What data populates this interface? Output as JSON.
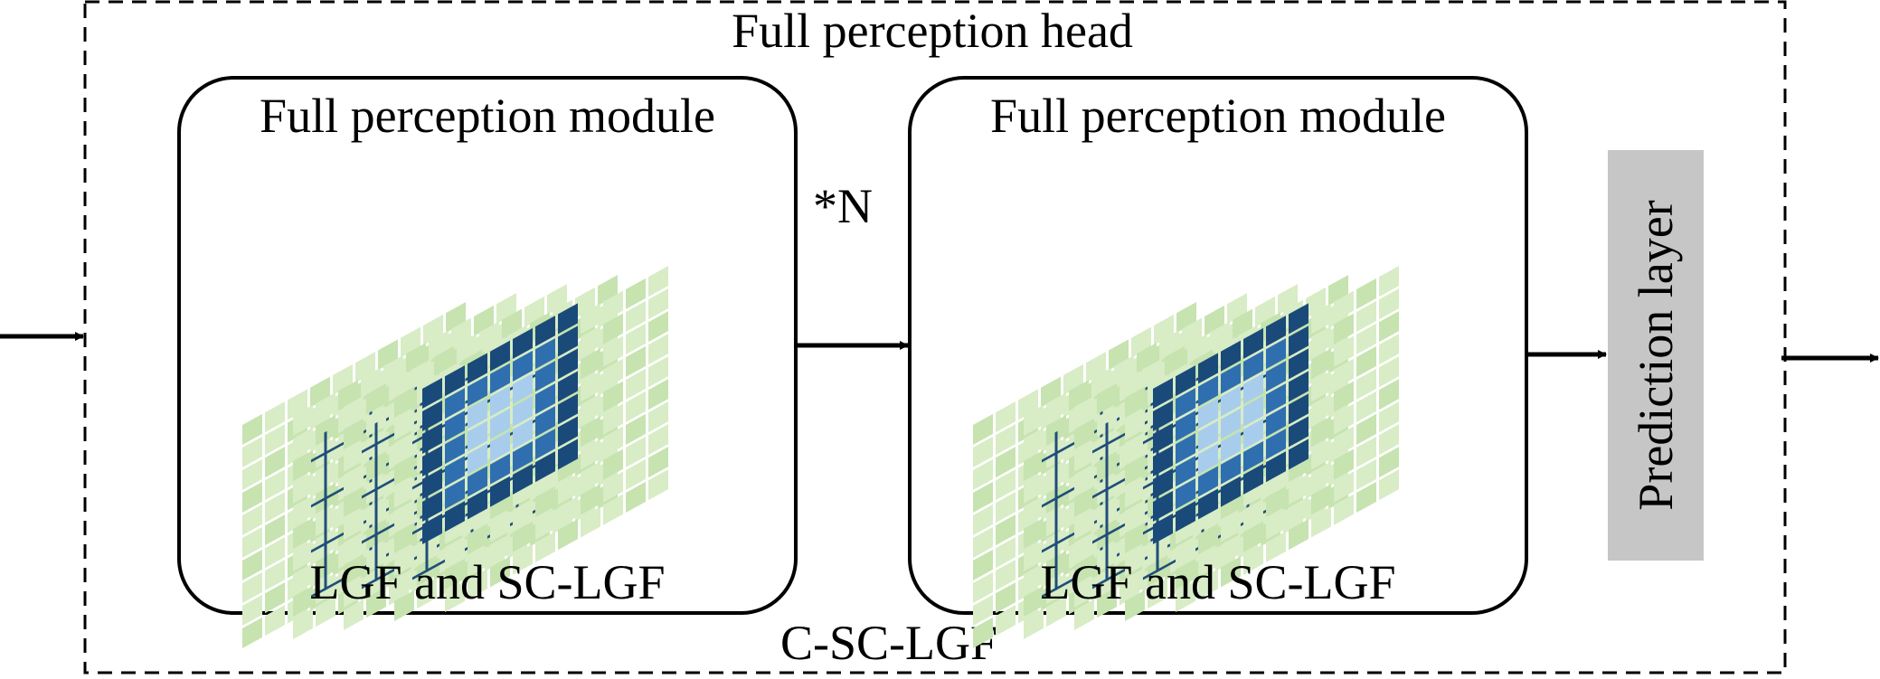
{
  "head": {
    "title": "Full perception head",
    "bottom_label": "C-SC-LGF"
  },
  "modules": [
    {
      "title": "Full perception module",
      "caption": "LGF and SC-LGF"
    },
    {
      "title": "Full perception module",
      "caption": "LGF and SC-LGF"
    }
  ],
  "repeat_label": "*N",
  "prediction": {
    "label": "Prediction layer"
  },
  "colors": {
    "layer_fill": "#d8ecc6",
    "layer_fill_alt": "#c6e3b0",
    "grid_line": "#1f4e79",
    "core_dark": "#1a4a7a",
    "core_mid": "#2f6fb0",
    "core_light": "#a8cdec",
    "prediction_fill": "#c6c6c6"
  }
}
